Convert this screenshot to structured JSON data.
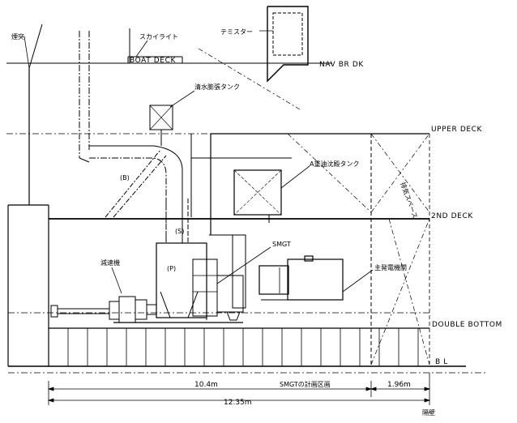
{
  "labels": {
    "skylight": "スカイライト",
    "thermistor": "テミスター",
    "fresh_water_tank": "清水膨張タンク",
    "a_heavy_oil_tank": "A重油沈殿タンク",
    "smgt": "SMGT",
    "main_generator": "主発電機関",
    "reduction_gear": "減速機",
    "branch_b": "(B)",
    "branch_p": "(P)",
    "branch_s": "(S)",
    "exhaust_space": "排気スペース",
    "mast": "煙突",
    "bulkhead": "隔壁"
  },
  "decks": {
    "boat_deck": "BOAT DECK",
    "nav_br_dk": "NAV BR DK",
    "upper_deck": "UPPER DECK",
    "second_deck": "2ND DECK",
    "double_bottom": "DOUBLE BOTTOM",
    "base_line": "B L"
  },
  "dimensions": {
    "d1": "10.4m",
    "d1_note": "SMGTの計画区画",
    "d2": "1.96m",
    "d3": "12.35m"
  }
}
